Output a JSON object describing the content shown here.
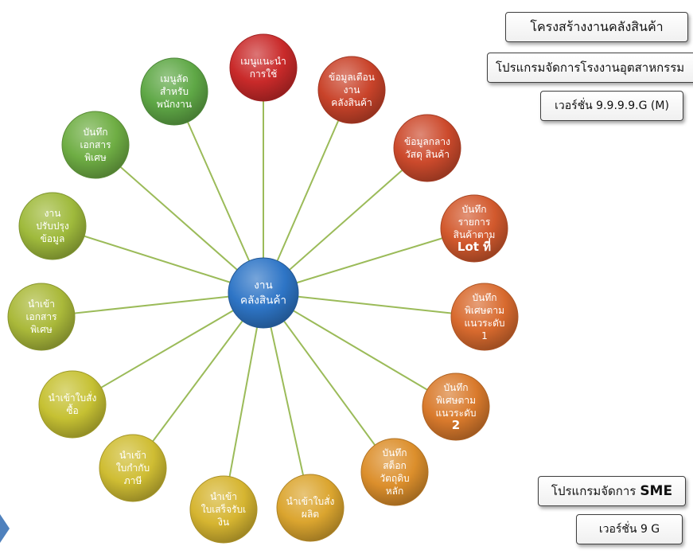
{
  "center": {
    "lines": [
      "งาน",
      "คลังสินค้า"
    ],
    "color": "#2e75c6"
  },
  "nodes": [
    {
      "id": "guide-menu",
      "lines": [
        "เมนูแนะนำ",
        "การใช้"
      ],
      "color": "#c92a2a"
    },
    {
      "id": "warehouse-alert",
      "lines": [
        "ข้อมูลเตือน",
        "งาน",
        "คลังสินค้า"
      ],
      "color": "#c9432a"
    },
    {
      "id": "central-material",
      "lines": [
        "ข้อมูลกลาง",
        "วัสดุ สินค้า"
      ],
      "color": "#cc4a2c"
    },
    {
      "id": "lot-record",
      "lines": [
        "บันทึก",
        "รายการ",
        "สินค้าตาม",
        "Lot ที่"
      ],
      "color": "#d2592d"
    },
    {
      "id": "special-level-1",
      "lines": [
        "บันทึก",
        "พิเศษตาม",
        "แนวระดับ",
        "1"
      ],
      "color": "#d86a2e"
    },
    {
      "id": "special-level-2",
      "lines": [
        "บันทึก",
        "พิเศษตาม",
        "แนวระดับ",
        "2"
      ],
      "color": "#d97a2c"
    },
    {
      "id": "raw-stock",
      "lines": [
        "บันทึก",
        "สต็อก",
        "วัตถุดิบ",
        "หลัก"
      ],
      "color": "#dc8f2c"
    },
    {
      "id": "import-production",
      "lines": [
        "นำเข้าใบสั่ง",
        "ผลิต"
      ],
      "color": "#dba52f"
    },
    {
      "id": "import-receipt",
      "lines": [
        "นำเข้า",
        "ใบเสร็จรับเ",
        "งิน"
      ],
      "color": "#d6b531"
    },
    {
      "id": "import-tax",
      "lines": [
        "นำเข้า",
        "ใบกำกับ",
        "ภาษี"
      ],
      "color": "#cfbd33"
    },
    {
      "id": "import-po",
      "lines": [
        "นำเข้าใบสั่ง",
        "ซื้อ"
      ],
      "color": "#c6c133"
    },
    {
      "id": "import-special-doc",
      "lines": [
        "นำเข้า",
        "เอกสาร",
        "พิเศษ"
      ],
      "color": "#aab93a"
    },
    {
      "id": "data-improve",
      "lines": [
        "งาน",
        "ปรับปรุง",
        "ข้อมูล"
      ],
      "color": "#9fba3c"
    },
    {
      "id": "special-doc-record",
      "lines": [
        "บันทึก",
        "เอกสาร",
        "พิเศษ"
      ],
      "color": "#6fae44"
    },
    {
      "id": "staff-shortcut",
      "lines": [
        "เมนูลัด",
        "สำหรับ",
        "พนักงาน"
      ],
      "color": "#5fa846"
    }
  ],
  "boxes": {
    "title": "โครงสร้างงานคลังสินค้า",
    "program": "โปรแกรมจัดการโรงงานอุตสาหกรรม",
    "version": "เวอร์ชั่น 9.9.9.9.G (M)",
    "sme_prefix": "โปรแกรมจัดการ",
    "sme_bold": "SME",
    "version2": "เวอร์ชั่น 9 G"
  },
  "colors": {
    "spoke": "#9bbb59",
    "arrow": "#4f81bd"
  }
}
